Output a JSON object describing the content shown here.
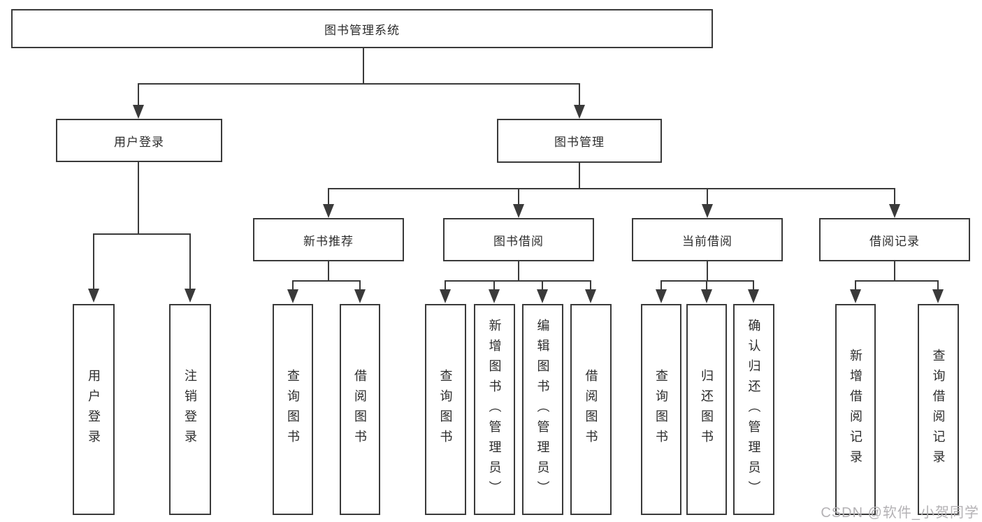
{
  "tree": {
    "root": {
      "label": "图书管理系统"
    },
    "branches": [
      {
        "label": "用户登录",
        "children": [
          {
            "label": "用户登录"
          },
          {
            "label": "注销登录"
          }
        ]
      },
      {
        "label": "图书管理",
        "groups": [
          {
            "label": "新书推荐",
            "children": [
              {
                "label": "查询图书"
              },
              {
                "label": "借阅图书"
              }
            ]
          },
          {
            "label": "图书借阅",
            "children": [
              {
                "label": "查询图书"
              },
              {
                "label": "新增图书（管理员）"
              },
              {
                "label": "编辑图书（管理员）"
              },
              {
                "label": "借阅图书"
              }
            ]
          },
          {
            "label": "当前借阅",
            "children": [
              {
                "label": "查询图书"
              },
              {
                "label": "归还图书"
              },
              {
                "label": "确认归还（管理员）"
              }
            ]
          },
          {
            "label": "借阅记录",
            "children": [
              {
                "label": "新增借阅记录"
              },
              {
                "label": "查询借阅记录"
              }
            ]
          }
        ]
      }
    ]
  },
  "watermark": "CSDN @软件_小贺同学",
  "colors": {
    "line": "#3a3a3a",
    "text": "#2c2c2c",
    "watermark": "#b4b2b5",
    "background": "#ffffff"
  }
}
